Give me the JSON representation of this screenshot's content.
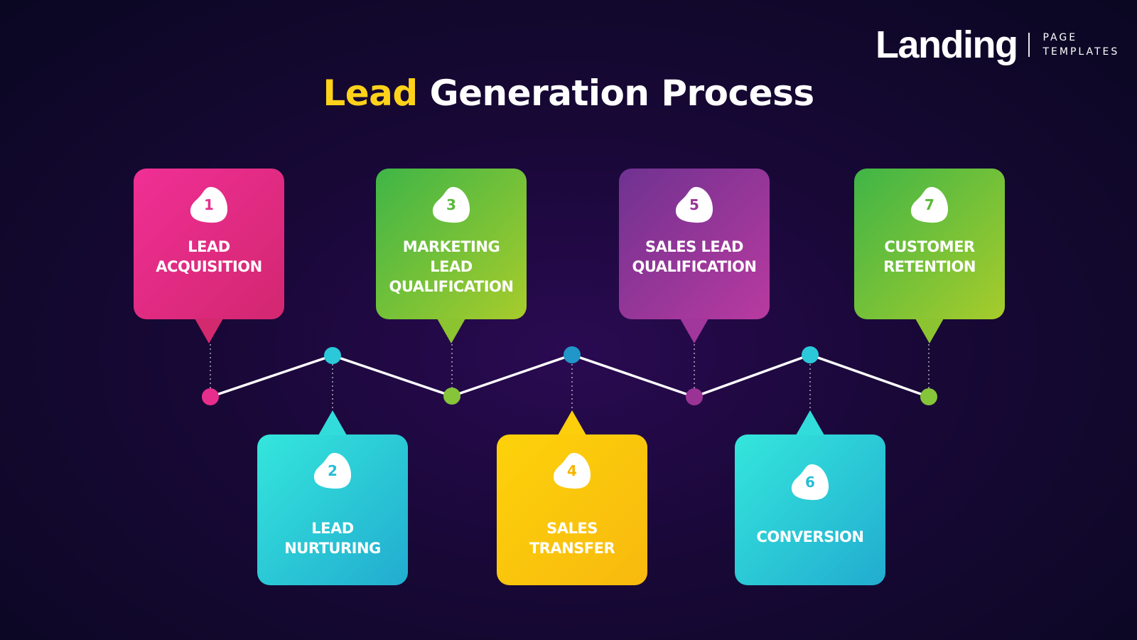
{
  "brand": {
    "name": "Landing",
    "sub_line1": "PAGE",
    "sub_line2": "TEMPLATES"
  },
  "title": {
    "accent": "Lead",
    "rest": " Generation Process"
  },
  "steps": [
    {
      "num": "1",
      "line1": "LEAD",
      "line2": "ACQUISITION",
      "line3": "",
      "color": "#e82e8c"
    },
    {
      "num": "2",
      "line1": "LEAD",
      "line2": "NURTURING",
      "line3": "",
      "color": "#2ac8d8"
    },
    {
      "num": "3",
      "line1": "MARKETING",
      "line2": "LEAD",
      "line3": "QUALIFICATION",
      "color": "#86c43a"
    },
    {
      "num": "4",
      "line1": "SALES",
      "line2": "TRANSFER",
      "line3": "",
      "color": "#fbbf0f"
    },
    {
      "num": "5",
      "line1": "SALES LEAD",
      "line2": "QUALIFICATION",
      "line3": "",
      "color": "#9b3396"
    },
    {
      "num": "6",
      "line1": "CONVERSION",
      "line2": "",
      "line3": "",
      "color": "#26bcd3"
    },
    {
      "num": "7",
      "line1": "CUSTOMER",
      "line2": "RETENTION",
      "line3": "",
      "color": "#7cc238"
    }
  ],
  "colors": {
    "accent_yellow": "#ffd21a",
    "connector_line": "#ffffff",
    "node_colors": [
      "#e82e8c",
      "#2ac8d8",
      "#86c43a",
      "#2196c9",
      "#9b3396",
      "#2ac8d8",
      "#86c43a"
    ]
  }
}
